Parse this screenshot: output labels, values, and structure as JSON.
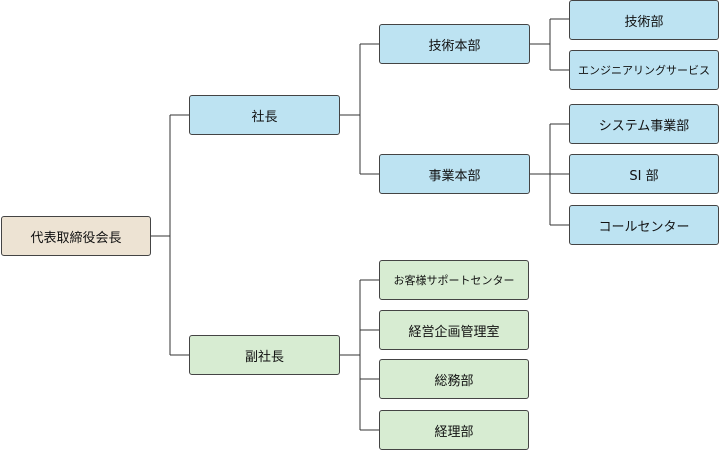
{
  "org_chart": {
    "root": {
      "label": "代表取締役会長"
    },
    "president": {
      "label": "社長",
      "divisions": [
        {
          "label": "技術本部",
          "departments": [
            "技術部",
            "エンジニアリングサービス"
          ]
        },
        {
          "label": "事業本部",
          "departments": [
            "システム事業部",
            "SI 部",
            "コールセンター"
          ]
        }
      ]
    },
    "vice_president": {
      "label": "副社長",
      "departments": [
        "お客様サポートセンター",
        "経営企画管理室",
        "総務部",
        "経理部"
      ]
    }
  },
  "colors": {
    "root_fill": "#ede3d3",
    "president_branch_fill": "#bde3f2",
    "vice_president_branch_fill": "#d7ecd2",
    "border": "#444444",
    "connector": "#333333"
  }
}
